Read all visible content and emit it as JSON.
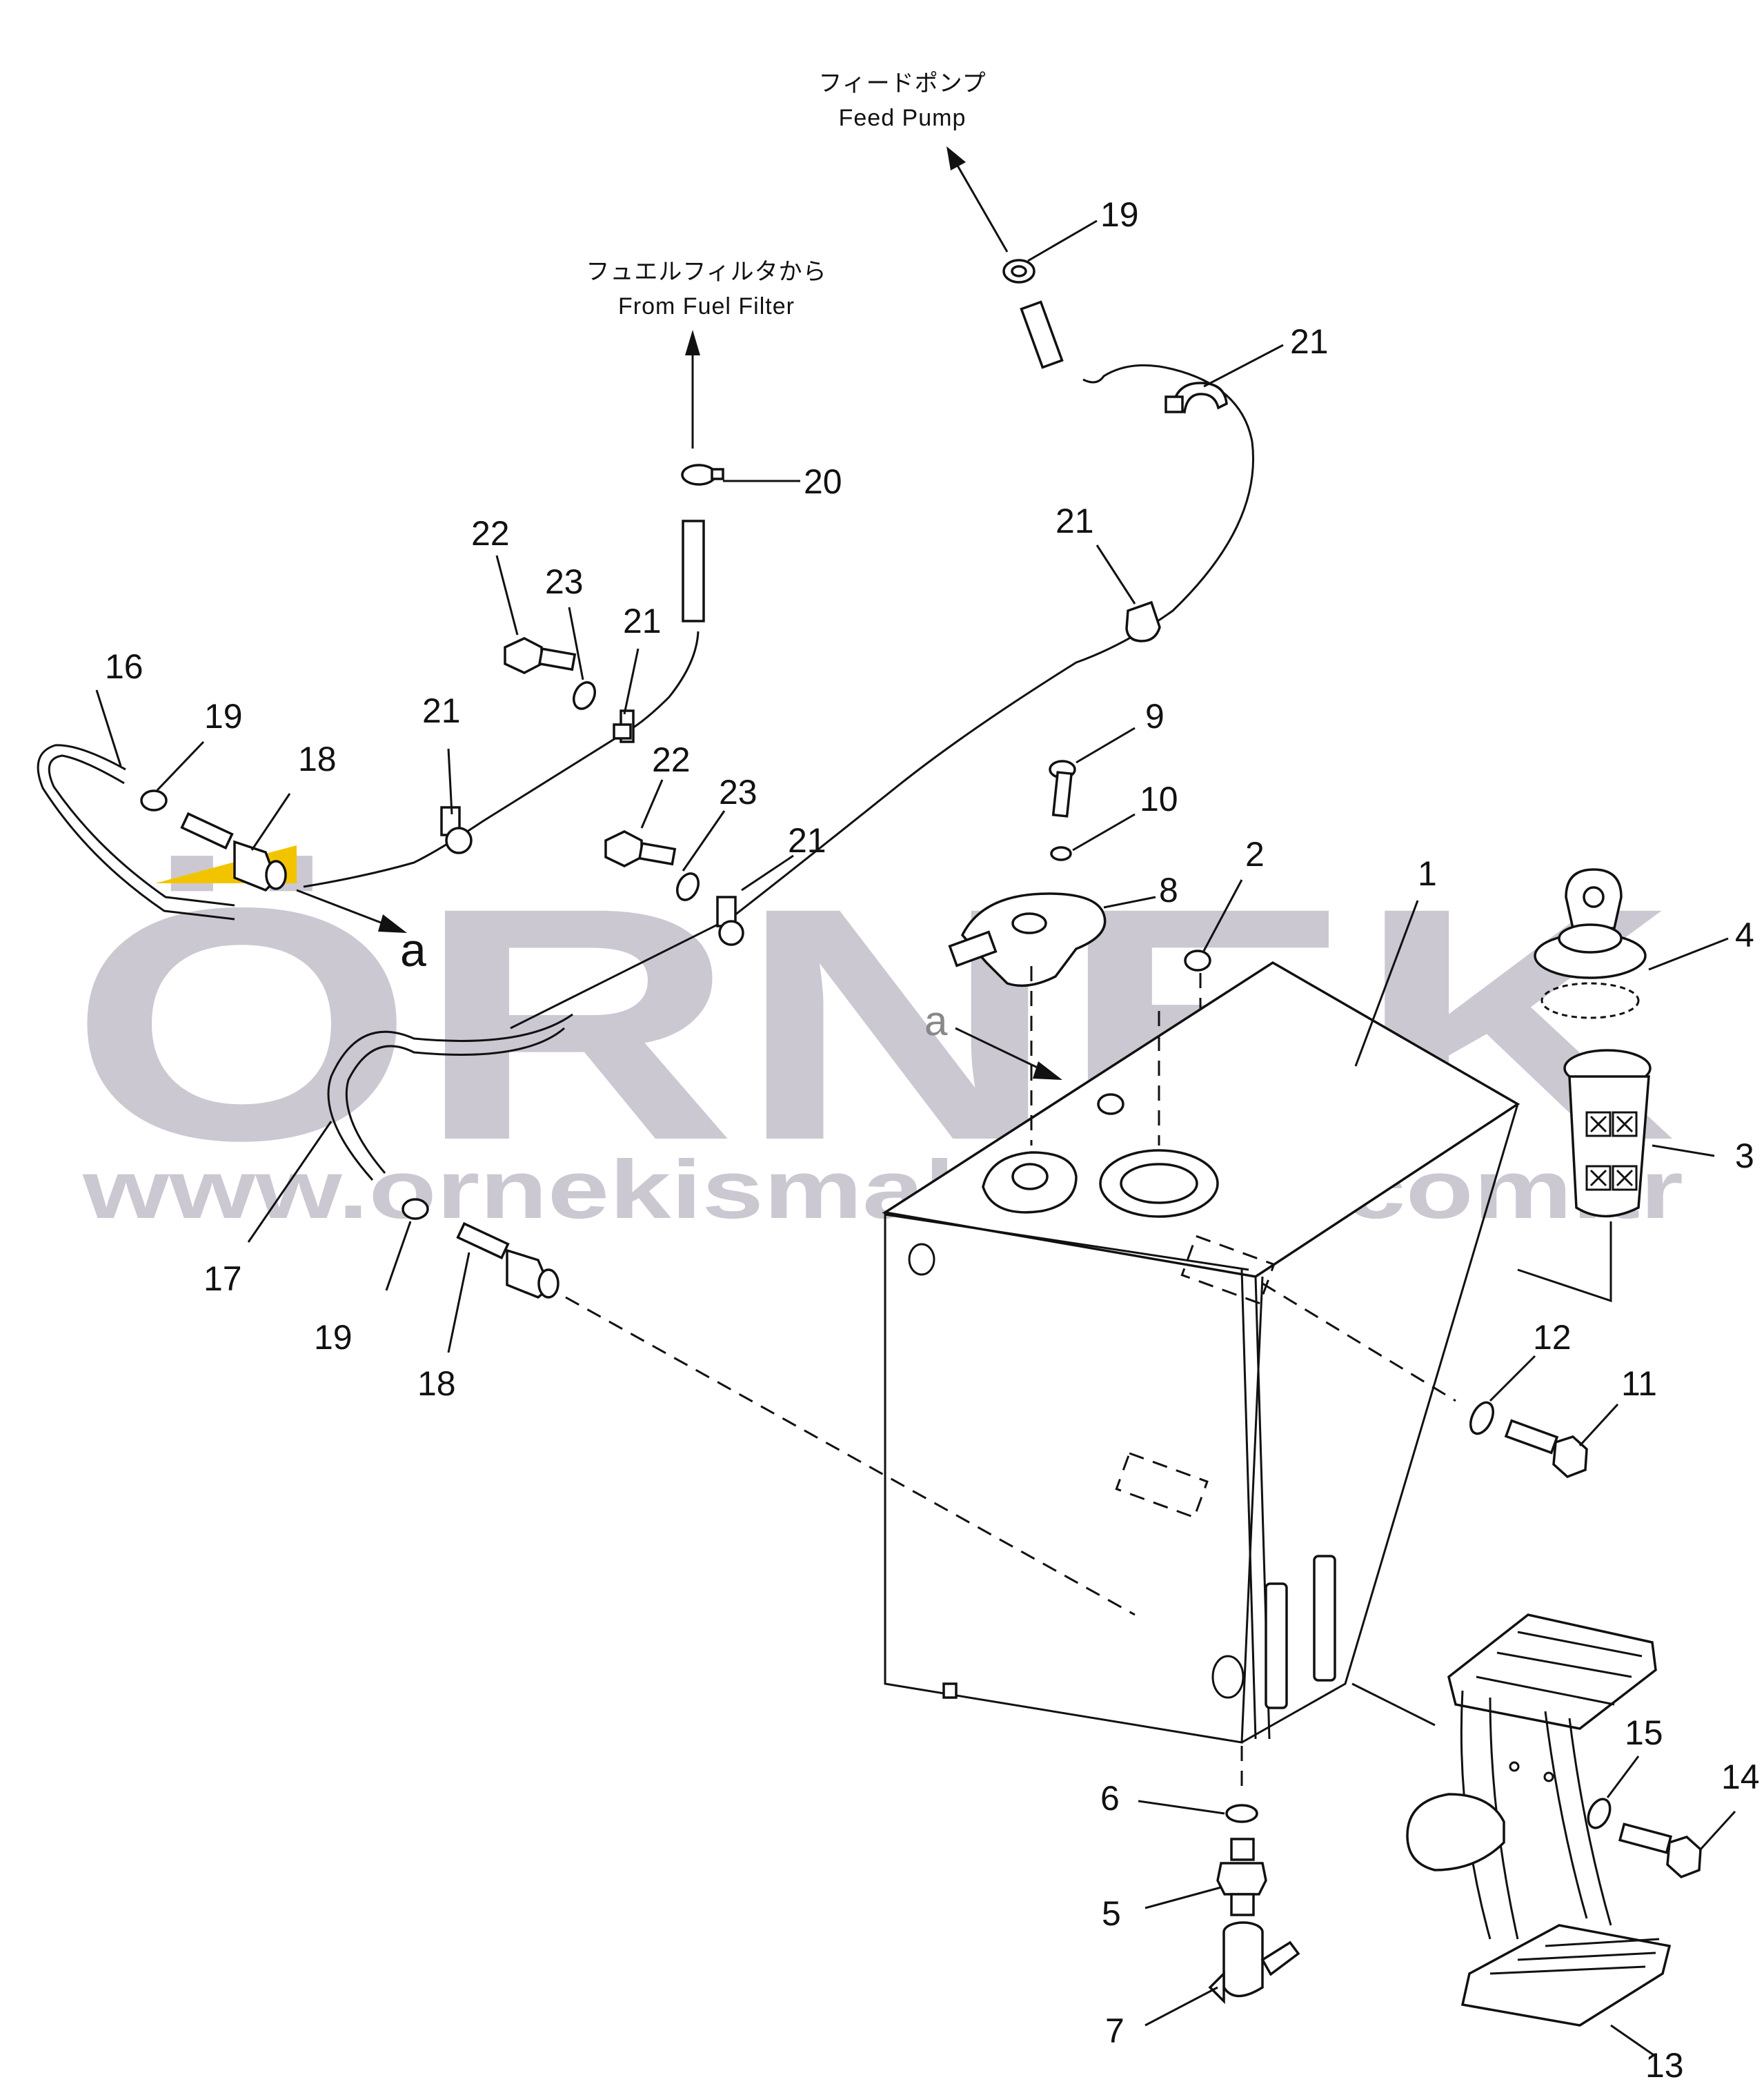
{
  "captions": {
    "feed_pump_jp": "フィードポンプ",
    "feed_pump_en": "Feed Pump",
    "fuel_filter_jp": "フュエルフィルタから",
    "fuel_filter_en": "From Fuel Filter"
  },
  "watermark": {
    "brand": "ÖRNEK",
    "url": "www.ornekismakinalari.com.tr",
    "accent_color": "#f2c400",
    "gray_color": "#cbc8d2"
  },
  "view_marks": {
    "a_upper": "a",
    "a_lower": "a"
  },
  "part_labels": {
    "p1": "1",
    "p2": "2",
    "p3": "3",
    "p4": "4",
    "p5": "5",
    "p6": "6",
    "p7": "7",
    "p8": "8",
    "p9": "9",
    "p10": "10",
    "p11": "11",
    "p12": "12",
    "p13": "13",
    "p14": "14",
    "p15": "15",
    "p16": "16",
    "p17": "17",
    "p18_upper": "18",
    "p18_lower": "18",
    "p19_top": "19",
    "p19_left": "19",
    "p19_lower": "19",
    "p20": "20",
    "p21_top": "21",
    "p21_right": "21",
    "p21_left_a": "21",
    "p21_left_b": "21",
    "p21_mid": "21",
    "p22_a": "22",
    "p22_b": "22",
    "p23_a": "23",
    "p23_b": "23"
  }
}
